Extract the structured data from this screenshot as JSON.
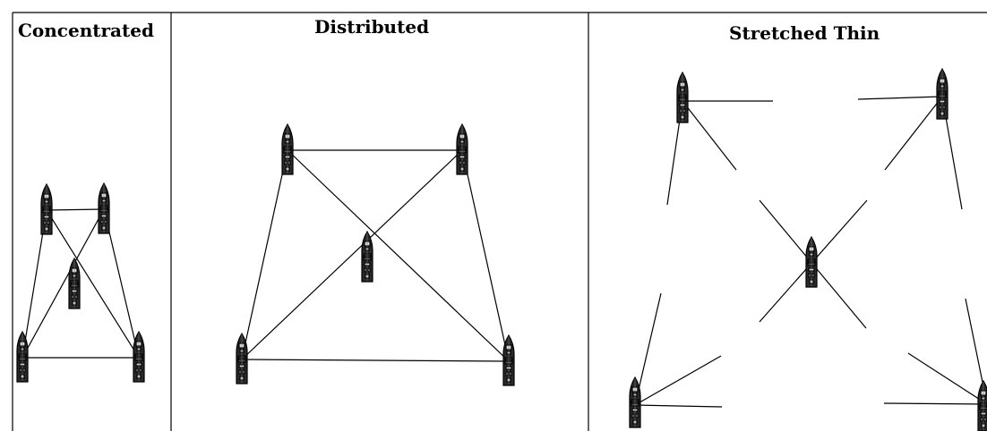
{
  "colors": {
    "background": "#ffffff",
    "lines": "#000000",
    "ship_hull": "#2a2a2a",
    "ship_detail": "#d9d9d9"
  },
  "panels": [
    {
      "id": "concentrated",
      "title": "Concentrated"
    },
    {
      "id": "distributed",
      "title": "Distributed"
    },
    {
      "id": "stretched-thin",
      "title": "Stretched Thin"
    }
  ],
  "icon": "warship-icon"
}
